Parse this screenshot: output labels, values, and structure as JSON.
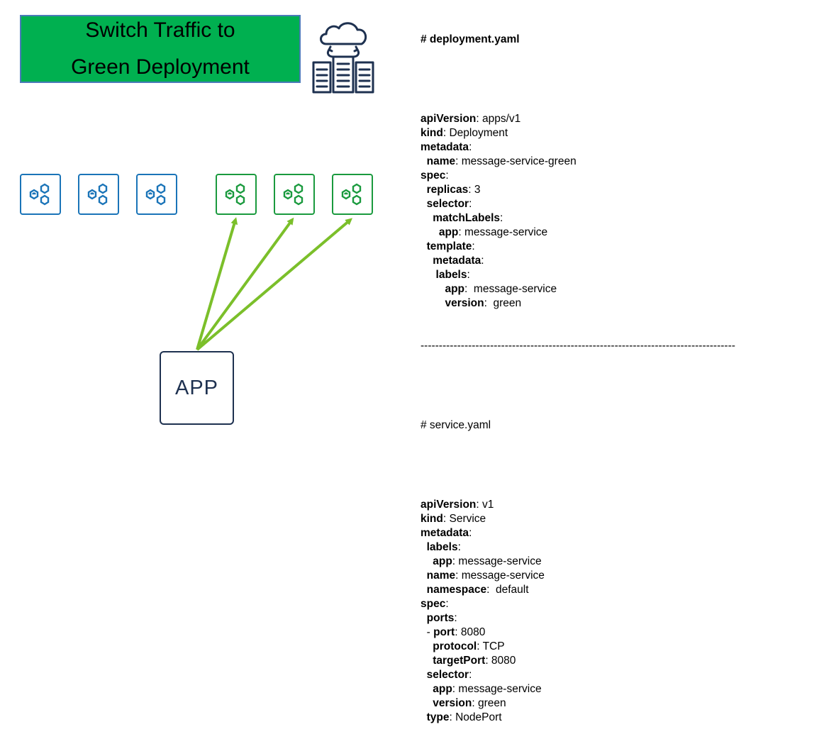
{
  "banner": {
    "line1": "Switch Traffic to",
    "line2": "Green Deployment"
  },
  "icons": {
    "cloud": "cloud-sync-server-icon",
    "app_label": "APP"
  },
  "pods": {
    "blue_icon": "kubernetes-pod-hexagons-icon",
    "green_icon": "kubernetes-pod-hexagons-icon",
    "colors": {
      "blue": "#1a74b8",
      "green": "#1a9a3e",
      "arrow": "#7bbf2a"
    }
  },
  "deployment": {
    "header": "# deployment.yaml",
    "lines": [
      {
        "key": "apiVersion",
        "val": ": apps/v1",
        "indent": ""
      },
      {
        "key": "kind",
        "val": ": Deployment",
        "indent": ""
      },
      {
        "key": "metadata",
        "val": ":",
        "indent": ""
      },
      {
        "key": "name",
        "val": ": message-service-green",
        "indent": "  "
      },
      {
        "key": "spec",
        "val": ":",
        "indent": ""
      },
      {
        "key": "replicas",
        "val": ": 3",
        "indent": "  "
      },
      {
        "key": "selector",
        "val": ":",
        "indent": "  "
      },
      {
        "key": "matchLabels",
        "val": ":",
        "indent": "    "
      },
      {
        "key": "app",
        "val": ": message-service",
        "indent": "      "
      },
      {
        "key": "template",
        "val": ":",
        "indent": "  "
      },
      {
        "key": "metadata",
        "val": ":",
        "indent": "    "
      },
      {
        "key": "labels",
        "val": ":",
        "indent": "     "
      },
      {
        "key": "app",
        "val": ":  message-service",
        "indent": "        "
      },
      {
        "key": "version",
        "val": ":  green",
        "indent": "        "
      }
    ]
  },
  "separator": "--------------------------------------------------------------------------------------",
  "service": {
    "header": "# service.yaml",
    "lines": [
      {
        "key": "apiVersion",
        "val": ": v1",
        "indent": ""
      },
      {
        "key": "kind",
        "val": ": Service",
        "indent": ""
      },
      {
        "key": "metadata",
        "val": ":",
        "indent": ""
      },
      {
        "key": "labels",
        "val": ":",
        "indent": "  "
      },
      {
        "key": "app",
        "val": ": message-service",
        "indent": "    "
      },
      {
        "key": "name",
        "val": ": message-service",
        "indent": "  "
      },
      {
        "key": "namespace",
        "val": ":  default",
        "indent": "  "
      },
      {
        "key": "spec",
        "val": ":",
        "indent": ""
      },
      {
        "key": "ports",
        "val": ":",
        "indent": "  "
      },
      {
        "key": "port",
        "val": ": 8080",
        "indent": "  - "
      },
      {
        "key": "protocol",
        "val": ": TCP",
        "indent": "    "
      },
      {
        "key": "targetPort",
        "val": ": 8080",
        "indent": "    "
      },
      {
        "key": "selector",
        "val": ":",
        "indent": "  "
      },
      {
        "key": "app",
        "val": ": message-service",
        "indent": "    "
      },
      {
        "key": "version",
        "val": ": green",
        "indent": "    "
      },
      {
        "key": "type",
        "val": ": NodePort",
        "indent": "  "
      }
    ]
  }
}
